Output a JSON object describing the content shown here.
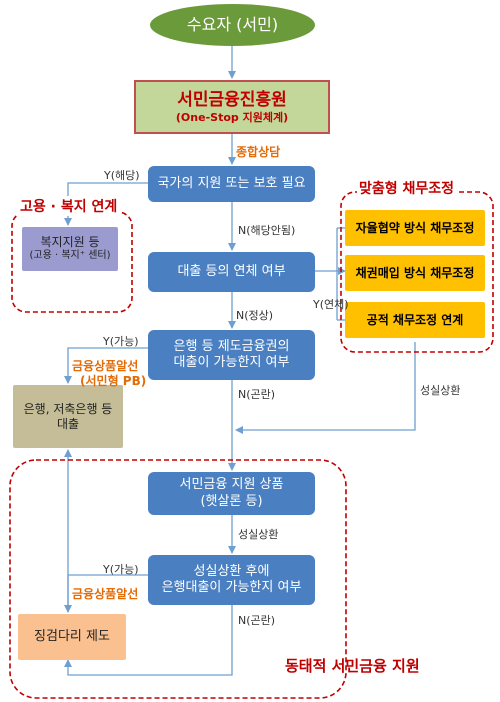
{
  "nodes": {
    "start": "수요자 (서민)",
    "agency_title": "서민금융진흥원",
    "agency_sub": "(One-Stop 지원체계)",
    "consult": "종합상담",
    "q_state": "국가의 지원 또는 보호 필요",
    "q_overdue": "대출 등의 연체 여부",
    "q_bank_line1": "은행 등 제도금융권의",
    "q_bank_line2": "대출이 가능한지 여부",
    "welfare_line1": "복지지원 등",
    "welfare_line2": "(고용 · 복지⁺ 센터)",
    "bank_line1": "은행, 저축은행 등",
    "bank_line2": "대출",
    "product_line1": "서민금융 지원 상품",
    "product_line2": "(햇살론 등)",
    "q_after_line1": "성실상환 후에",
    "q_after_line2": "은행대출이 가능한지 여부",
    "bridge": "징검다리 제도",
    "debt1": "자율협약 방식 채무조정",
    "debt2": "채권매입 방식 채무조정",
    "debt3": "공적 채무조정 연계"
  },
  "edge_labels": {
    "y_applicable": "Y(해당)",
    "n_not_applicable": "N(해당안됨)",
    "y_overdue": "Y(연체)",
    "n_normal": "N(정상)",
    "y_possible_1": "Y(가능)",
    "n_difficult_1": "N(곤란)",
    "repay_1": "성실상환",
    "repay_2": "성실상환",
    "y_possible_2": "Y(가능)",
    "n_difficult_2": "N(곤란)",
    "fin_intro_1": "금융상품알선",
    "fin_intro_1_sub": "(서민형 PB)",
    "fin_intro_2": "금융상품알선"
  },
  "groups": {
    "welfare_group": "고용 · 복지 연계",
    "debt_group": "맞춤형 채무조정",
    "dynamic_group": "동태적 서민금융 지원"
  },
  "colors": {
    "blue_box": "#4a7fc1",
    "green_oval": "#6b9a3b",
    "agency_fill": "#c4d79b",
    "agency_border": "#c0504d",
    "agency_text": "#c00000",
    "lavender_box": "#9b9bd0",
    "olive_box": "#c4bd97",
    "orange_box": "#fac090",
    "yellow_box": "#ffc000",
    "dashed_red": "#c00000",
    "arrow_blue": "#6f9fd0",
    "orange_text": "#e36c09"
  }
}
